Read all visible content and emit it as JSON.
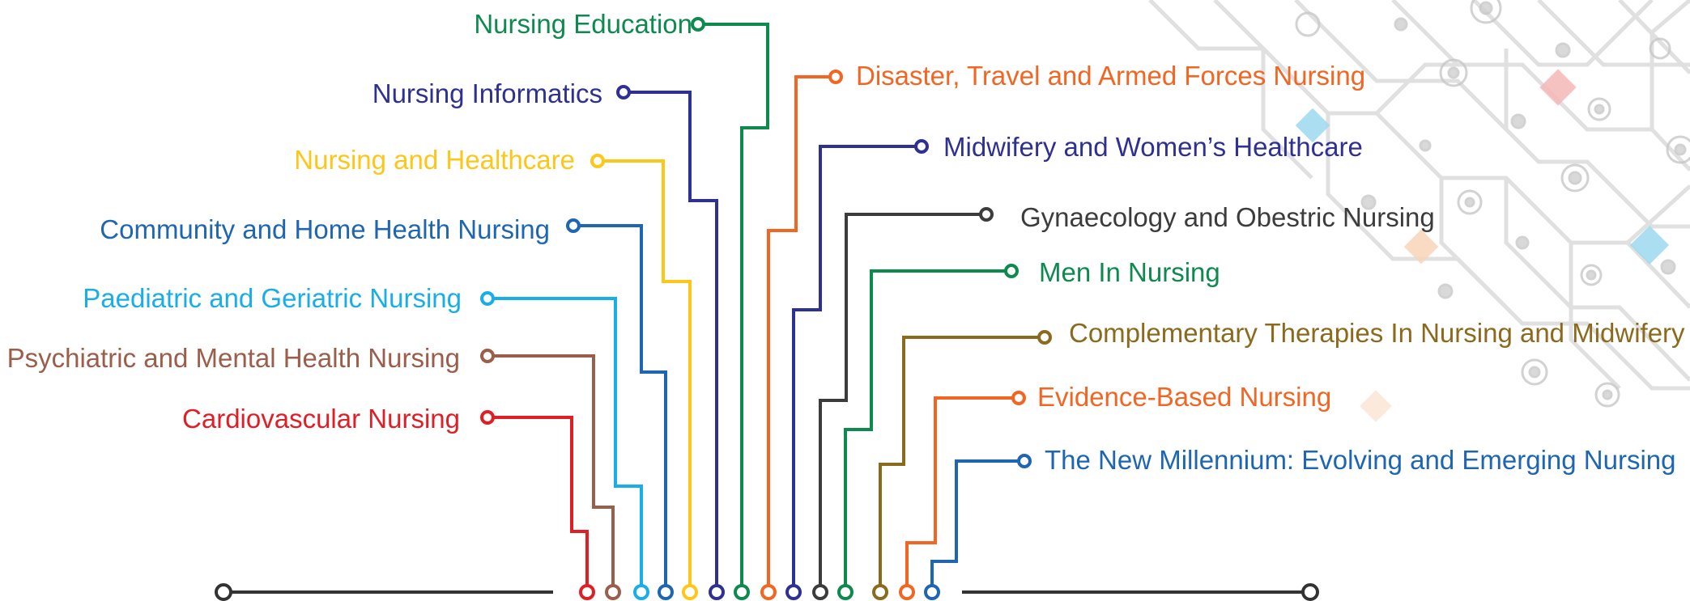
{
  "topics": {
    "left": [
      {
        "label": "Nursing Education",
        "color": "#0e8a4f"
      },
      {
        "label": "Nursing Informatics",
        "color": "#2e3191"
      },
      {
        "label": "Nursing and Healthcare",
        "color": "#fcc719"
      },
      {
        "label": "Community and Home Health Nursing",
        "color": "#1e66b2"
      },
      {
        "label": "Paediatric and Geriatric Nursing",
        "color": "#1aaee9"
      },
      {
        "label": "Psychiatric and Mental Health Nursing",
        "color": "#9b5e4a"
      },
      {
        "label": "Cardiovascular Nursing",
        "color": "#e01e26"
      }
    ],
    "right": [
      {
        "label": "Disaster, Travel and Armed Forces Nursing",
        "color": "#f26522"
      },
      {
        "label": "Midwifery and Women’s Healthcare",
        "color": "#2e3191"
      },
      {
        "label": "Gynaecology and Obestric Nursing",
        "color": "#3c3c3c"
      },
      {
        "label": "Men In Nursing",
        "color": "#0e8a4f"
      },
      {
        "label": "Complementary Therapies In Nursing and Midwifery",
        "color": "#8b6a1e"
      },
      {
        "label": "Evidence-Based Nursing",
        "color": "#f26522"
      },
      {
        "label": "The New  Millennium: Evolving and  Emerging Nursing",
        "color": "#1e66b2"
      }
    ]
  },
  "colors": {
    "baseline": "#333333",
    "background_pattern": "#d9d9d9",
    "accent_pink": "#f4b6b6",
    "accent_blue": "#9ed8ee",
    "accent_peach": "#f8d3b8"
  }
}
